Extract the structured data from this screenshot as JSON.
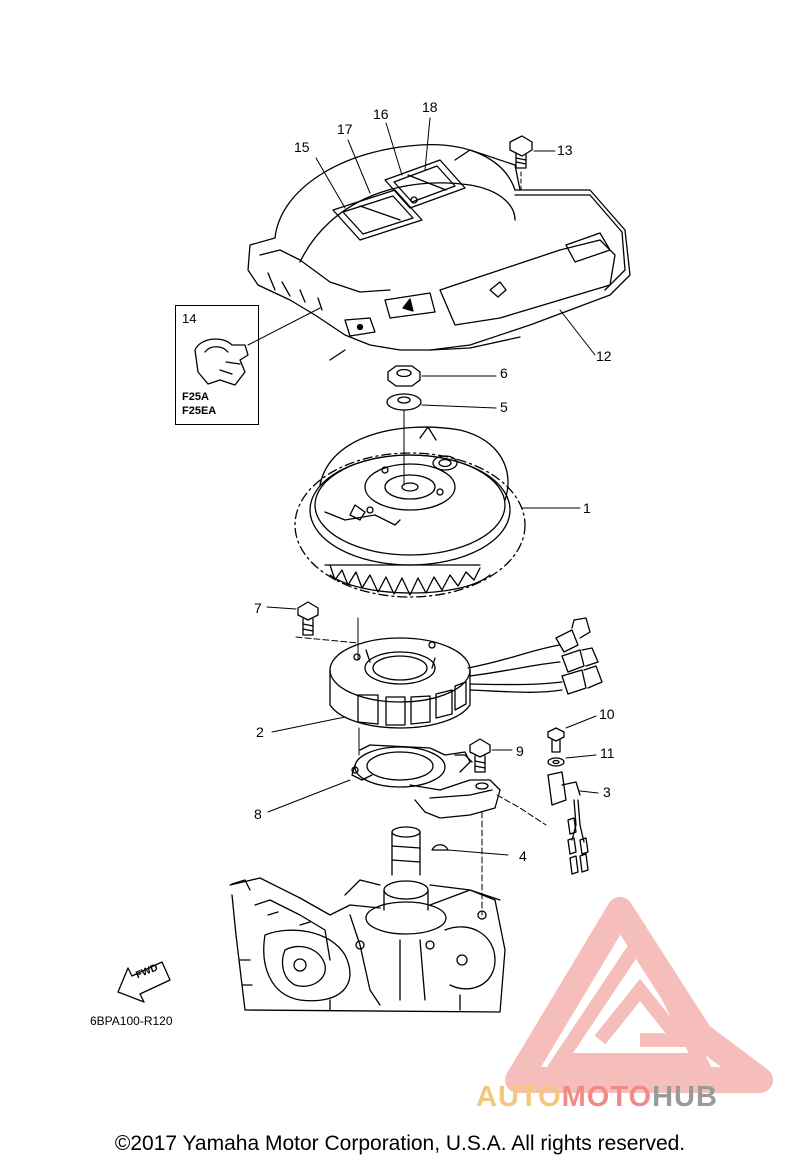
{
  "diagram": {
    "callouts": {
      "n1": "1",
      "n2": "2",
      "n3": "3",
      "n4": "4",
      "n5": "5",
      "n6": "6",
      "n7": "7",
      "n8": "8",
      "n9": "9",
      "n10": "10",
      "n11": "11",
      "n12": "12",
      "n13": "13",
      "n15": "15",
      "n16": "16",
      "n17": "17",
      "n18": "18"
    },
    "inset": {
      "number": "14",
      "model_1": "F25A",
      "model_2": "F25EA"
    },
    "fwd_label": "FWD",
    "diagram_code": "6BPA100-R120"
  },
  "watermark": {
    "brand_part1": "AUTO",
    "brand_part2": "MOTO",
    "brand_part3": "HUB",
    "colors": {
      "part1": "#f5c77a",
      "part2": "#f08a84",
      "part3": "#9a9a9a",
      "logo": "#f08a84"
    }
  },
  "footer": {
    "copyright": "©2017 Yamaha Motor Corporation, U.S.A. All rights reserved."
  }
}
